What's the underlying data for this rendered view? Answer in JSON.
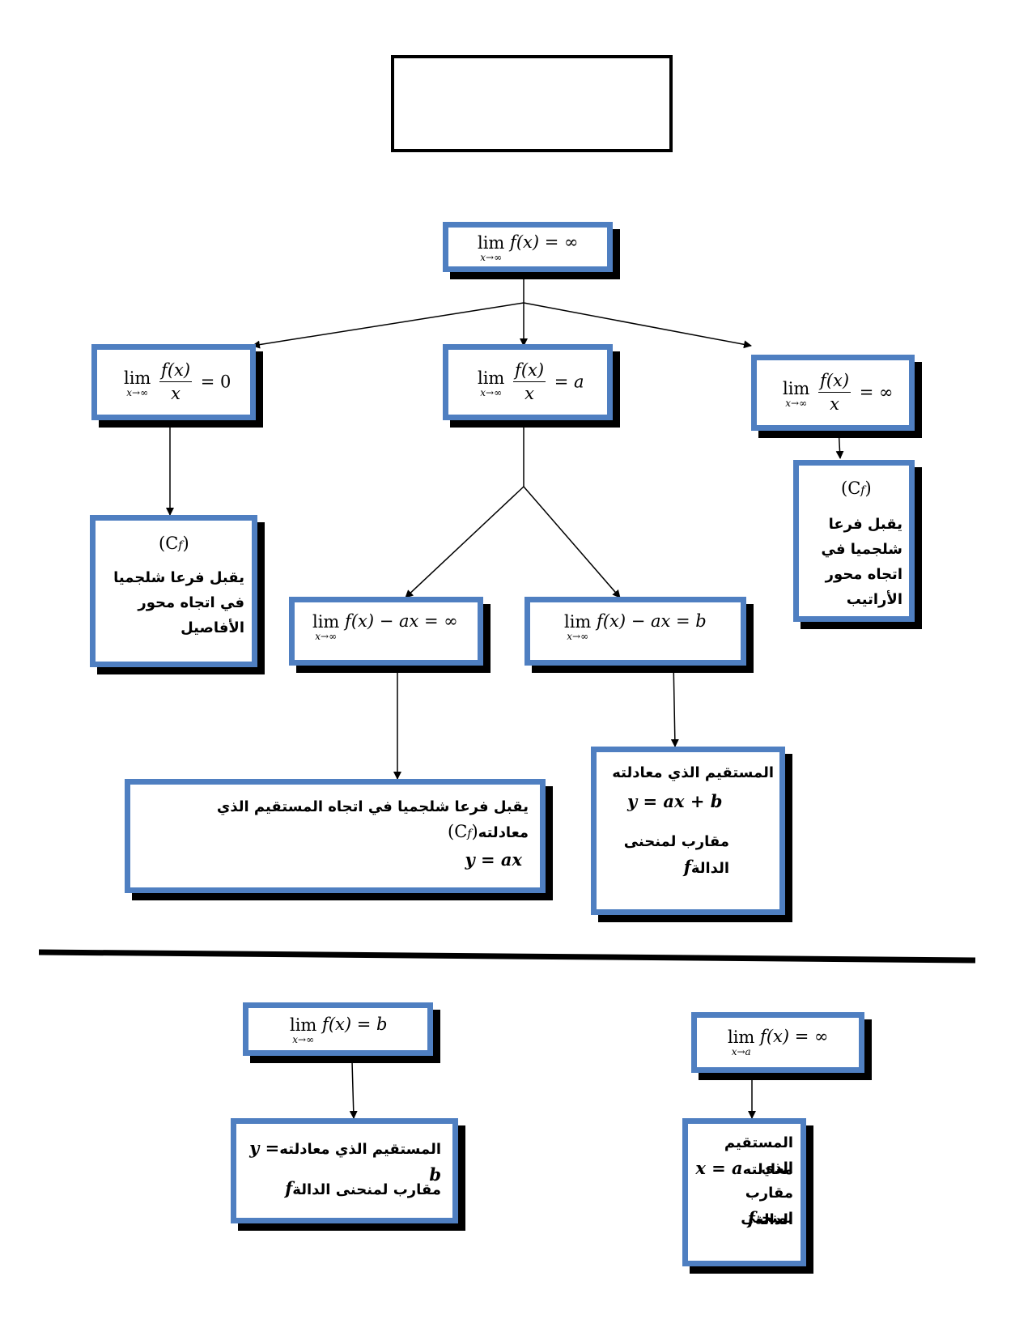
{
  "title_box": "",
  "root": {
    "lim": "lim",
    "sub": "x→∞",
    "expr": "f(x) = ∞"
  },
  "ratio_cases": [
    {
      "lim": "lim",
      "sub": "x→∞",
      "num": "f(x)",
      "den": "x",
      "rhs": "= 0"
    },
    {
      "lim": "lim",
      "sub": "x→∞",
      "num": "f(x)",
      "den": "x",
      "rhs": "= a"
    },
    {
      "lim": "lim",
      "sub": "x→∞",
      "num": "f(x)",
      "den": "x",
      "rhs": "= ∞"
    }
  ],
  "result_abscissa": {
    "cf": "(C",
    "cf_sub": "f",
    "cf_close": ")",
    "text": "يقبل فرعا شلجميا في اتجاه محور الأفاصيل"
  },
  "result_ordinate": {
    "cf": "(C",
    "cf_sub": "f",
    "cf_close": ")",
    "text": "يقبل فرعا شلجميا في اتجاه محور الأراتيب"
  },
  "diff_cases": [
    {
      "lim": "lim",
      "sub": "x→∞",
      "expr": "f(x) − ax = ∞"
    },
    {
      "lim": "lim",
      "sub": "x→∞",
      "expr": "f(x) − ax = b"
    }
  ],
  "result_direction": {
    "cf": "(C",
    "cf_sub": "f",
    "cf_close": ")",
    "text": "يقبل فرعا شلجميا في اتجاه المستقيم الذي معادلته",
    "eq": "y = ax"
  },
  "result_oblique": {
    "line1": "المستقيم الذي معادلته",
    "eq": "y = ax + b",
    "line2": "مقارب لمنحنى الدالة",
    "f": "f"
  },
  "horizontal": {
    "lim": "lim",
    "sub": "x→∞",
    "expr": "f(x) = b",
    "line1": "المستقيم الذي معادلته",
    "eq": "y = b",
    "line2": "مقارب لمنحنى الدالة",
    "f": "f"
  },
  "vertical": {
    "lim": "lim",
    "sub": "x→a",
    "expr": "f(x) = ∞",
    "line1": "المستقيم الذي",
    "line2": "معادلته",
    "eq": "x = a",
    "line3": "مقارب لمنحنى",
    "line4": "الدالة",
    "f": "f"
  }
}
